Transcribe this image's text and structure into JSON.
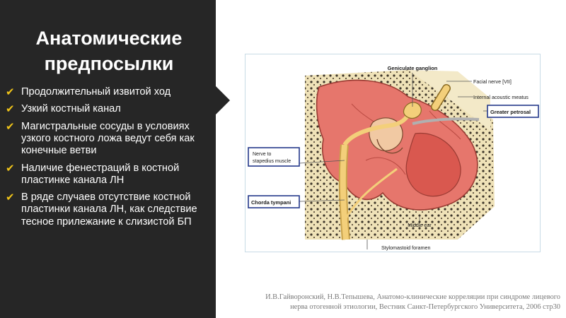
{
  "slide": {
    "title_line1": "Анатомические",
    "title_line2": "предпосылки",
    "bullets": [
      "Продолжительный извитой ход",
      "Узкий костный канал",
      "Магистральные сосуды в условиях узкого костного ложа ведут себя как конечные ветви",
      "Наличие фенестраций в костной пластинке канала ЛН",
      "В ряде случаев отсутствие костной пластинки канала ЛН, как следствие тесное прилежание к слизистой БП"
    ],
    "citation_line1": "И.В.Гайворонский, Н.В.Тепышева, Анатомо-клинические корреляции при синдроме лицевого",
    "citation_line2": "нерва отогенной этиологии, Вестник Санкт-Петербургского Университета, 2006 стр30"
  },
  "figure": {
    "labels": {
      "geniculate_ganglion": "Geniculate ganglion",
      "facial_nerve": "Facial nerve [VII]",
      "internal_acoustic_meatus": "Internal acoustic meatus",
      "greater_petrosal": "Greater petrosal",
      "nerve_to_stapedius_line1": "Nerve to",
      "nerve_to_stapedius_line2": "stapedius muscle",
      "chorda_tympani": "Chorda tympani",
      "middle_ear": "Middle ear",
      "stylomastoid_foramen": "Stylomastoid foramen"
    }
  },
  "colors": {
    "panel": "#262626",
    "check": "#f0c419",
    "bone": "#efe2b8",
    "mucosa": "#e6766c",
    "nerve": "#f3cf7a",
    "label_box": "#24398a"
  }
}
